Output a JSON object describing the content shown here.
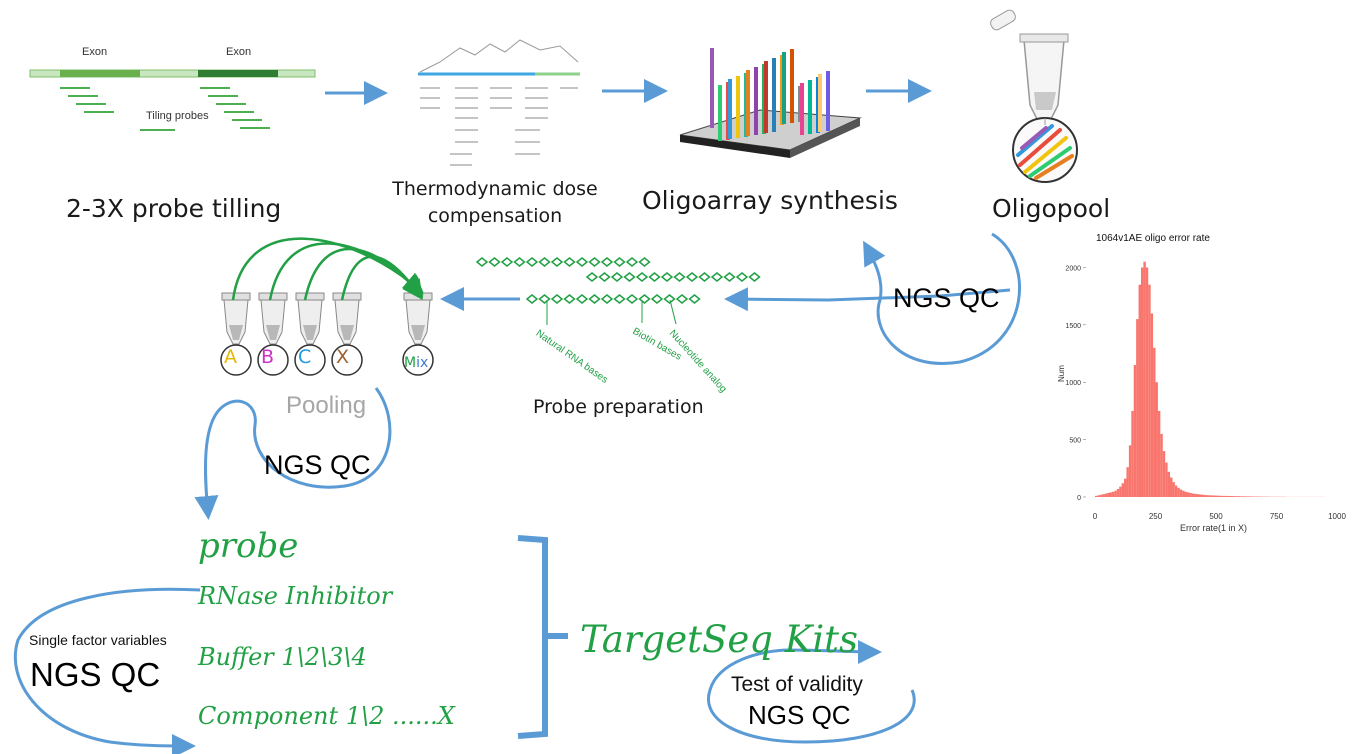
{
  "steps": {
    "tiling": "2-3X probe tilling",
    "thermo_line1": "Thermodynamic dose",
    "thermo_line2": "compensation",
    "synthesis": "Oligoarray synthesis",
    "oligopool": "Oligopool",
    "probe_prep": "Probe preparation",
    "pooling": "Pooling"
  },
  "tiling_diagram": {
    "exon1": "Exon",
    "exon2": "Exon",
    "tiling_probes": "Tiling probes"
  },
  "probe_chain_labels": {
    "natural": "Natural RNA bases",
    "biotin": "Biotin bases",
    "analog": "Nucleotide analog"
  },
  "tubes": [
    "A",
    "B",
    "C",
    "X"
  ],
  "mix_label": {
    "m": "M",
    "ix": "ix"
  },
  "qc": {
    "qc1": "NGS QC",
    "qc2": "NGS QC",
    "qc3": "NGS QC",
    "qc4": "NGS QC"
  },
  "factors": {
    "probe": "probe",
    "rnase": "RNase Inhibitor",
    "buffer": "Buffer 1\\2\\3\\4",
    "component": "Component 1\\2 ......X",
    "single_factor": "Single factor variables",
    "kits": "TargetSeq Kits",
    "validity": "Test of validity"
  },
  "colors": {
    "arrow": "#5b9bd5",
    "green": "#22a045",
    "hist": "#f8766d",
    "tube_labels": [
      "#e6b800",
      "#cc33cc",
      "#1e9be0",
      "#a0632f"
    ]
  },
  "chart_data": {
    "type": "bar",
    "title": "1064v1AE oligo error rate",
    "xlabel": "Error rate(1 in X)",
    "ylabel": "Num",
    "xlim": [
      0,
      1000
    ],
    "ylim": [
      0,
      2100
    ],
    "xticks": [
      "0",
      "250",
      "500",
      "750",
      "1000"
    ],
    "yticks": [
      "0",
      "500",
      "1000",
      "1500",
      "2000"
    ],
    "bin_width": 10,
    "x": [
      5,
      15,
      25,
      35,
      45,
      55,
      65,
      75,
      85,
      95,
      105,
      115,
      125,
      135,
      145,
      155,
      165,
      175,
      185,
      195,
      205,
      215,
      225,
      235,
      245,
      255,
      265,
      275,
      285,
      295,
      305,
      315,
      325,
      335,
      345,
      355,
      365,
      375,
      385,
      395,
      405,
      415,
      425,
      435,
      445,
      455,
      465,
      475,
      485,
      495,
      505,
      515,
      525,
      535,
      545,
      555,
      565,
      575,
      585,
      595,
      605,
      615,
      625,
      635,
      645,
      655,
      665,
      675,
      685,
      695,
      705,
      715,
      725,
      735,
      745,
      755,
      765,
      775,
      785,
      795,
      805,
      815,
      825,
      835,
      845,
      855,
      865,
      875,
      885,
      895,
      905,
      915,
      925,
      935,
      945
    ],
    "values": [
      10,
      15,
      20,
      25,
      30,
      35,
      40,
      45,
      55,
      70,
      90,
      120,
      160,
      260,
      450,
      750,
      1150,
      1550,
      1850,
      2000,
      2050,
      2000,
      1850,
      1600,
      1300,
      1000,
      750,
      550,
      400,
      300,
      220,
      170,
      130,
      100,
      80,
      65,
      55,
      45,
      40,
      35,
      30,
      28,
      25,
      22,
      20,
      18,
      16,
      15,
      14,
      13,
      12,
      11,
      10,
      10,
      9,
      9,
      8,
      8,
      7,
      7,
      6,
      6,
      5,
      5,
      5,
      4,
      4,
      4,
      3,
      3,
      3,
      3,
      2,
      2,
      2,
      2,
      2,
      2,
      2,
      1,
      1,
      1,
      1,
      1,
      1,
      1,
      1,
      1,
      1,
      1,
      1,
      1,
      1,
      1,
      1
    ]
  }
}
